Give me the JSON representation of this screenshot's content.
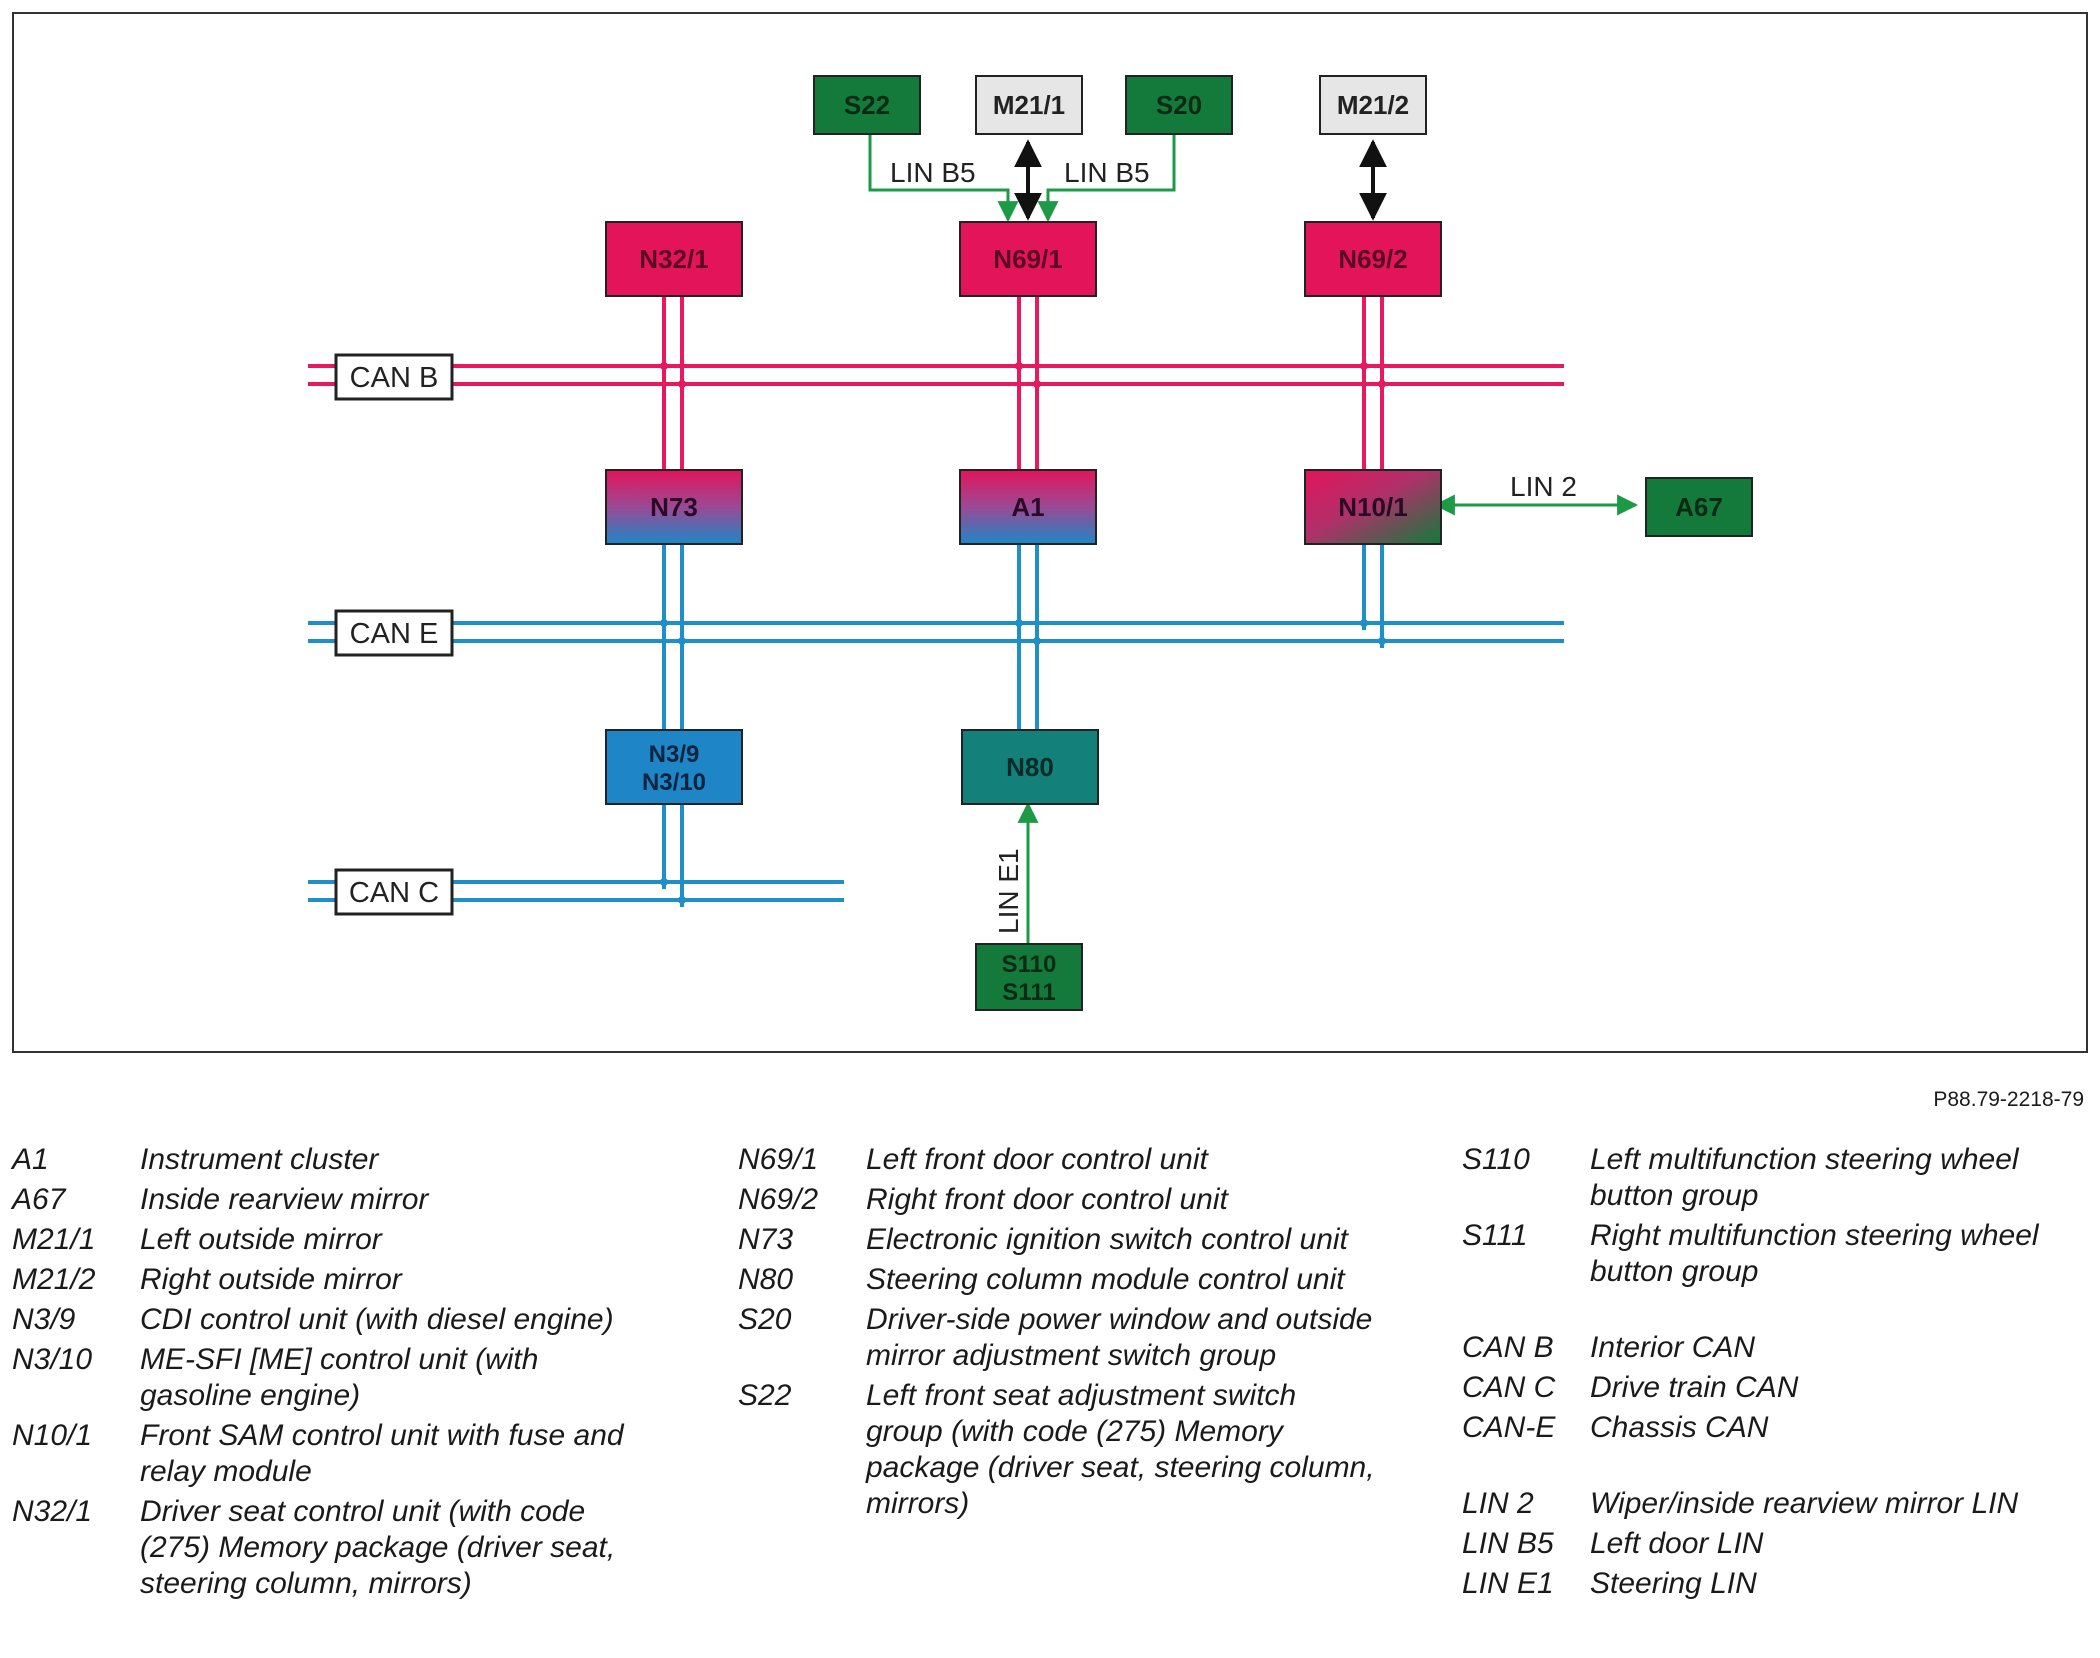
{
  "figure_id": "P88.79-2218-79",
  "diagram": {
    "colors": {
      "can_b": "#e8195f",
      "can_e": "#1f8fc8",
      "lin": "#1d9a46",
      "pink_box": "#e3145a",
      "blue_box": "#1e86c6",
      "green_box": "#137a3c",
      "teal_box": "#138079",
      "gray_box": "#e6e6e6"
    },
    "buses": [
      {
        "id": "can-b",
        "label": "CAN B"
      },
      {
        "id": "can-e",
        "label": "CAN E"
      },
      {
        "id": "can-c",
        "label": "CAN C"
      }
    ],
    "modules": [
      {
        "id": "s22",
        "label": "S22"
      },
      {
        "id": "m21-1",
        "label": "M21/1"
      },
      {
        "id": "s20",
        "label": "S20"
      },
      {
        "id": "m21-2",
        "label": "M21/2"
      },
      {
        "id": "n32-1",
        "label": "N32/1"
      },
      {
        "id": "n69-1",
        "label": "N69/1"
      },
      {
        "id": "n69-2",
        "label": "N69/2"
      },
      {
        "id": "n73",
        "label": "N73"
      },
      {
        "id": "a1",
        "label": "A1"
      },
      {
        "id": "n10-1",
        "label": "N10/1"
      },
      {
        "id": "a67",
        "label": "A67"
      },
      {
        "id": "n3-9",
        "label": "N3/9\nN3/10"
      },
      {
        "id": "n80",
        "label": "N80"
      },
      {
        "id": "s110",
        "label": "S110\nS111"
      }
    ],
    "link_labels": {
      "lin_b5_left": "LIN B5",
      "lin_b5_right": "LIN B5",
      "lin_2": "LIN 2",
      "lin_e1": "LIN E1"
    }
  },
  "legend": {
    "col1": [
      {
        "code": "A1",
        "desc": "Instrument cluster"
      },
      {
        "code": "A67",
        "desc": "Inside rearview mirror"
      },
      {
        "code": "M21/1",
        "desc": "Left outside mirror"
      },
      {
        "code": "M21/2",
        "desc": "Right outside mirror"
      },
      {
        "code": "N3/9",
        "desc": "CDI control unit (with diesel engine)"
      },
      {
        "code": "N3/10",
        "desc": "ME-SFI [ME] control unit (with gasoline engine)"
      },
      {
        "code": "N10/1",
        "desc": "Front SAM control unit with fuse and relay module"
      },
      {
        "code": "N32/1",
        "desc": "Driver seat control unit  (with code (275) Memory package (driver seat, steering column, mirrors)"
      }
    ],
    "col2": [
      {
        "code": "N69/1",
        "desc": "Left front door control unit"
      },
      {
        "code": "N69/2",
        "desc": "Right front door control unit"
      },
      {
        "code": "N73",
        "desc": "Electronic ignition switch control unit"
      },
      {
        "code": "N80",
        "desc": "Steering column module control unit"
      },
      {
        "code": "S20",
        "desc": "Driver-side power window and outside mirror adjustment switch group"
      },
      {
        "code": "S22",
        "desc": "Left front seat adjustment switch group (with code (275) Memory package (driver seat, steering column, mirrors)"
      }
    ],
    "col3a": [
      {
        "code": "S110",
        "desc": "Left multifunction steering wheel button group"
      },
      {
        "code": "S111",
        "desc": "Right multifunction steering wheel button group"
      }
    ],
    "col3b": [
      {
        "code": "CAN B",
        "desc": "Interior CAN"
      },
      {
        "code": "CAN C",
        "desc": "Drive train CAN"
      },
      {
        "code": "CAN-E",
        "desc": "Chassis CAN"
      }
    ],
    "col3c": [
      {
        "code": "LIN 2",
        "desc": "Wiper/inside rearview mirror LIN"
      },
      {
        "code": "LIN B5",
        "desc": "Left door LIN"
      },
      {
        "code": "LIN E1",
        "desc": "Steering LIN"
      }
    ]
  }
}
